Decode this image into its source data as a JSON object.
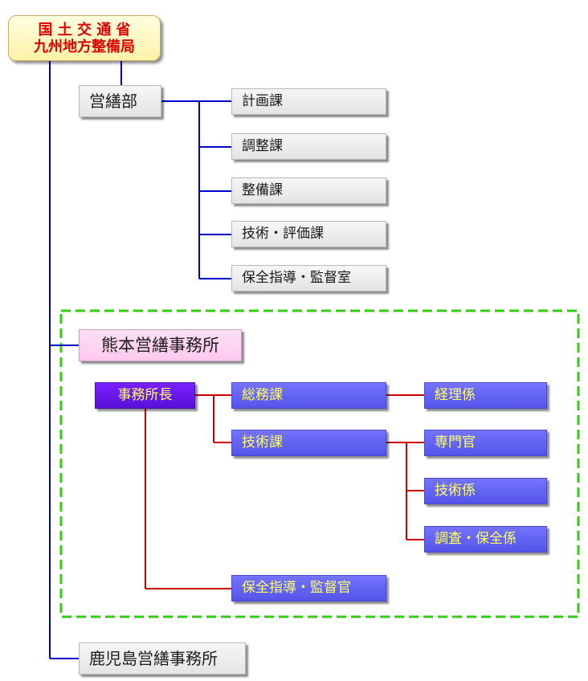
{
  "root": {
    "line1": "国 土 交 通 省",
    "line2": "九州地方整備局"
  },
  "eizen_bu": {
    "label": "営繕部",
    "sections": [
      "計画課",
      "調整課",
      "整備課",
      "技術・評価課",
      "保全指導・監督室"
    ]
  },
  "kumamoto": {
    "label": "熊本営繕事務所",
    "chief": "事務所長",
    "soumu": "総務課",
    "keiri": "経理係",
    "gijutsu_ka": "技術課",
    "senmonkan": "専門官",
    "gijutsu_kakari": "技術係",
    "chousa": "調査・保全係",
    "hozen_kan": "保全指導・監督官"
  },
  "kagoshima": {
    "label": "鹿児島営繕事務所"
  },
  "colors": {
    "tree_line": "#0000cc",
    "office_line": "#cc0000",
    "dashed_border": "#33cc11",
    "root_text": "#e00000",
    "blue_box_text": "#ffff66"
  }
}
